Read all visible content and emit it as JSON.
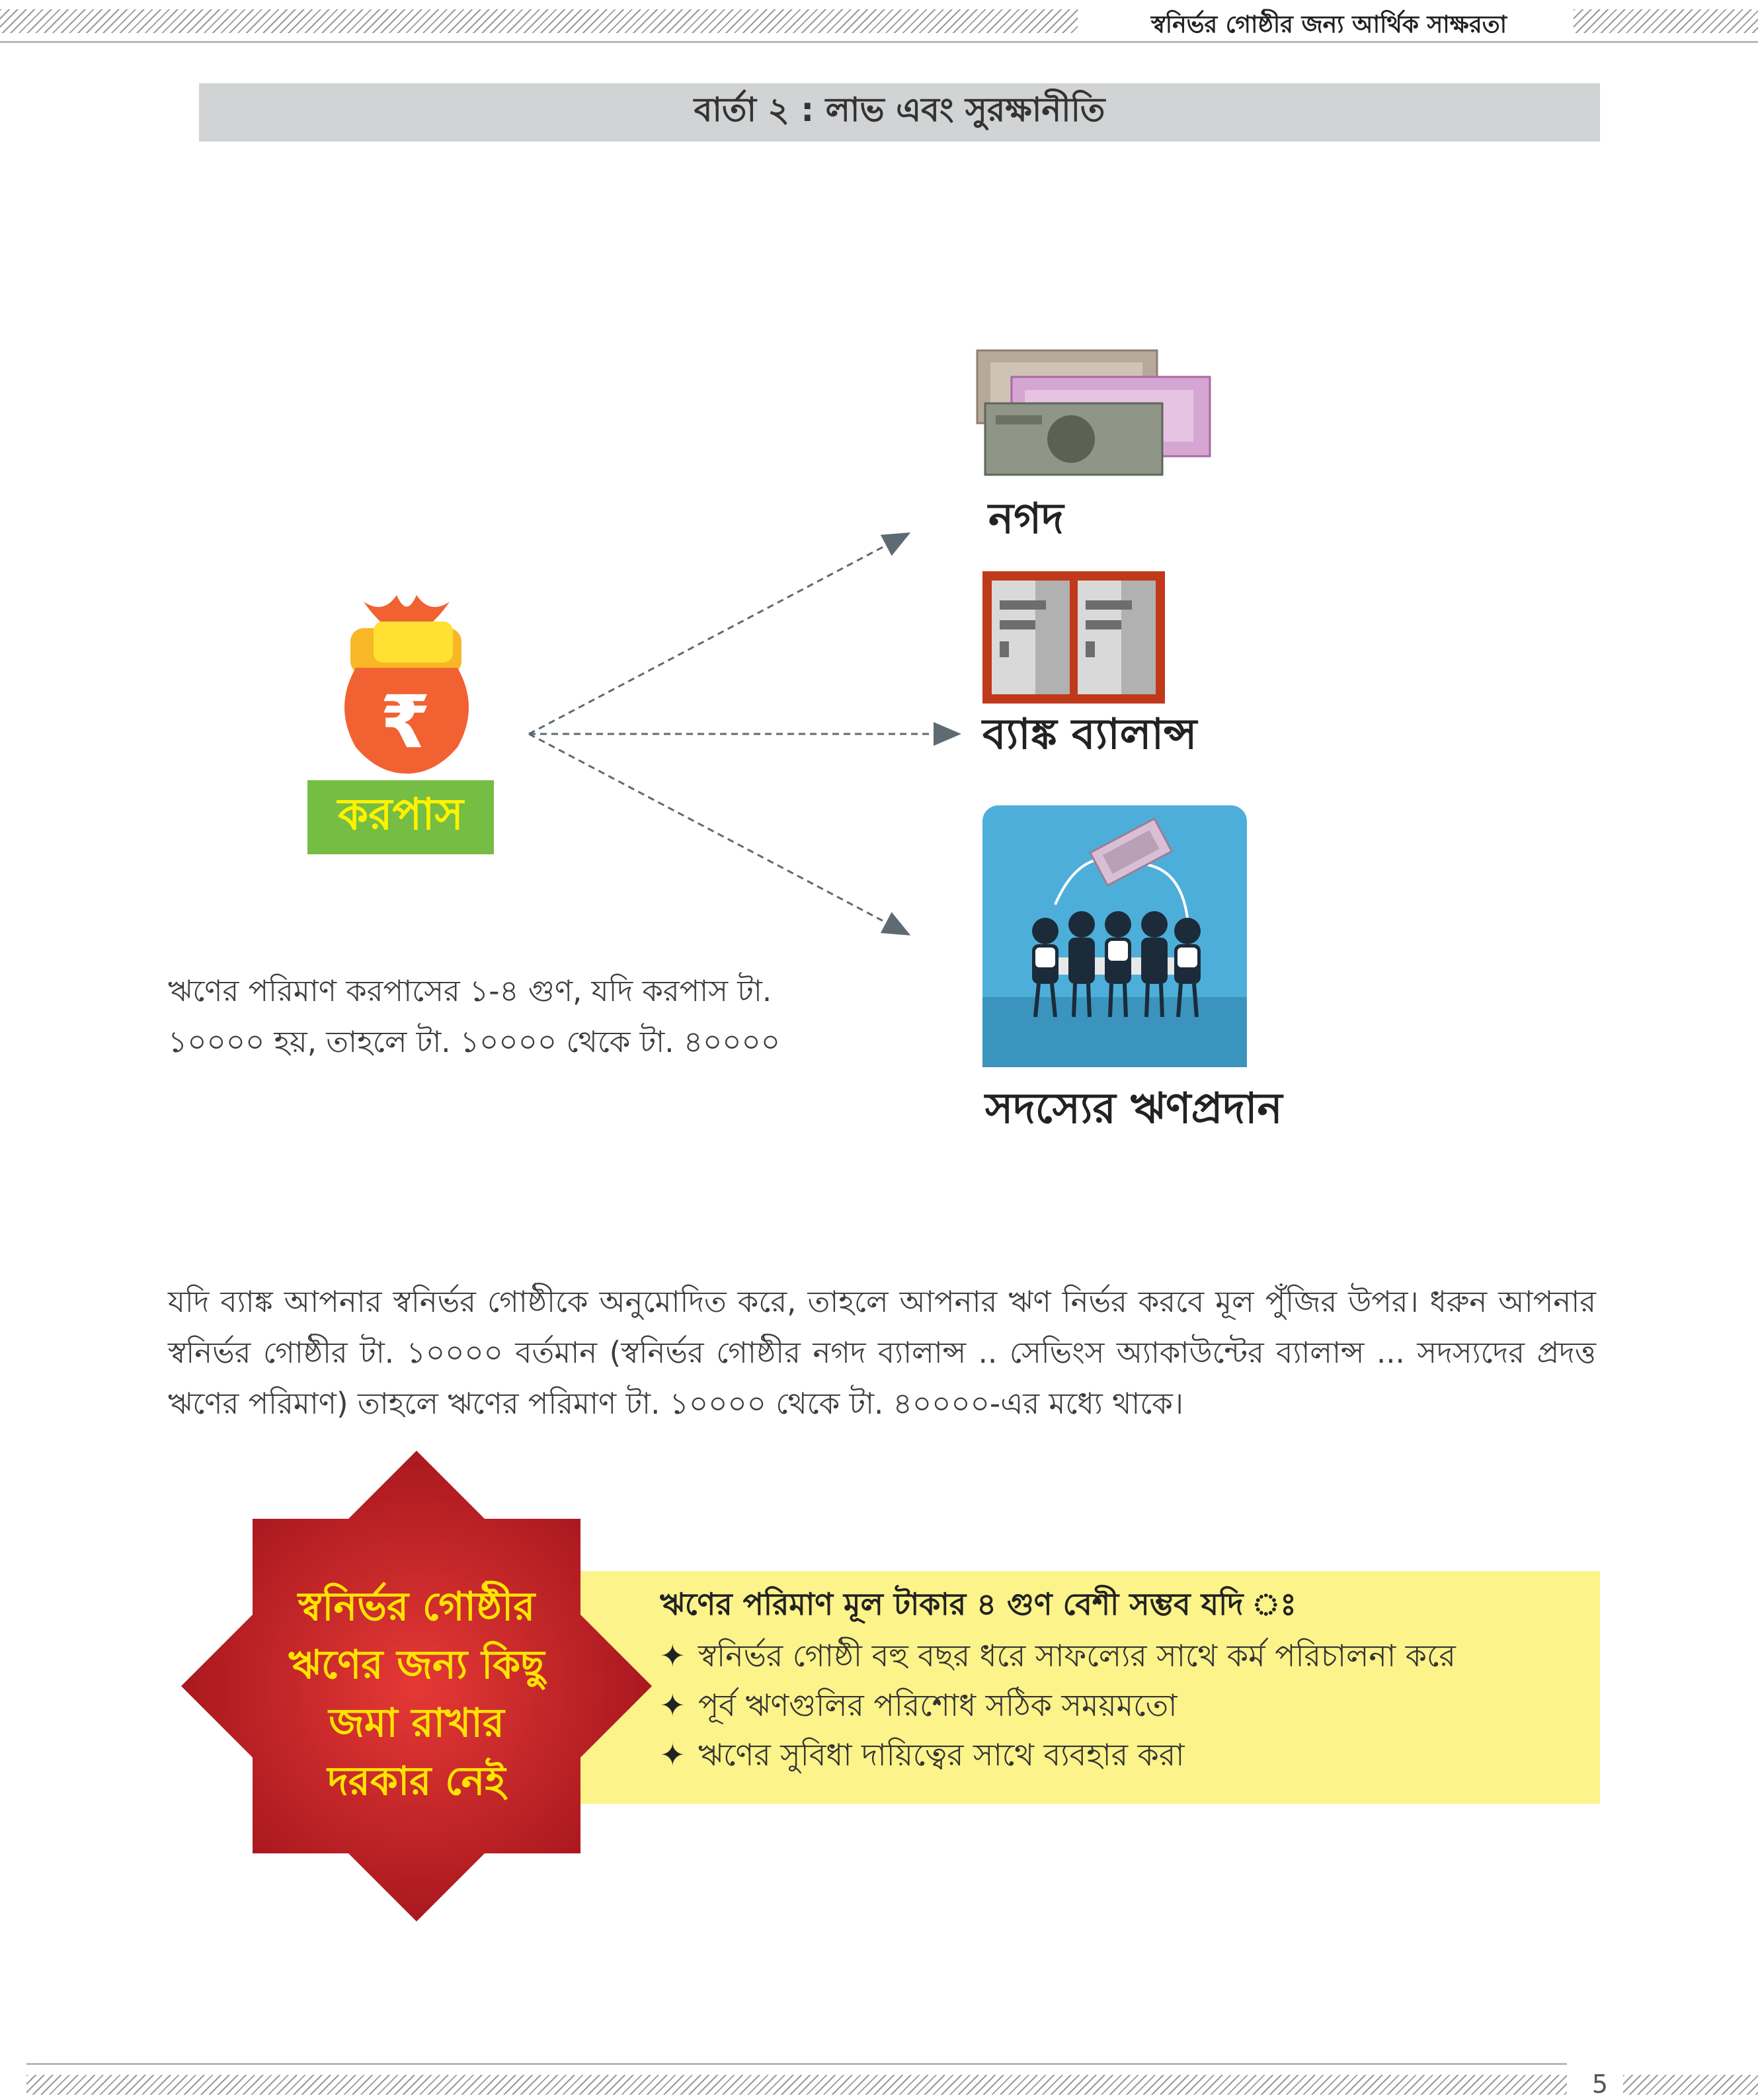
{
  "header": {
    "title": "স্বনির্ভর গোষ্ঠীর জন্য আর্থিক সাক্ষরতা"
  },
  "banner": {
    "title": "বার্তা ২ : লাভ এবং সুরক্ষানীতি"
  },
  "diagram": {
    "source_label": "করপাস",
    "targets": [
      {
        "label": "নগদ",
        "icon": "cash-notes-icon"
      },
      {
        "label": "ব্যাঙ্ক ব্যালান্স",
        "icon": "bank-passbook-icon"
      },
      {
        "label": "সদস্যের ঋণপ্রদান",
        "icon": "member-lending-icon"
      }
    ],
    "colors": {
      "bag": "#f26132",
      "corpus_box": "#76bd43",
      "corpus_text": "#fff200",
      "lending_bg": "#4dafd9"
    }
  },
  "loan_note": {
    "lines": [
      "ঋণের পরিমাণ করপাসের ১-৪ গুণ, যদি করপাস টা.",
      "১০০০০ হয়, তাহলে টা. ১০০০০ থেকে টা. ৪০০০০"
    ]
  },
  "main_text": "যদি ব্যাঙ্ক আপনার স্বনির্ভর গোষ্ঠীকে অনুমোদিত করে, তাহলে আপনার ঋণ নির্ভর করবে মূল পুঁজির উপর। ধরুন আপনার স্বনির্ভর গোষ্ঠীর টা. ১০০০০ বর্তমান (স্বনির্ভর গোষ্ঠীর নগদ ব্যালান্স .. সেভিংস অ্যাকাউন্টের ব্যালান্স ... সদস্যদের প্রদত্ত ঋণের পরিমাণ) তাহলে ঋণের পরিমাণ টা. ১০০০০ থেকে টা. ৪০০০০-এর মধ্যে থাকে।",
  "star_callout": {
    "lines": [
      "স্বনির্ভর গোষ্ঠীর",
      "ঋণের জন্য কিছু",
      "জমা রাখার",
      "দরকার নেই"
    ],
    "colors": {
      "fill": "#c8202a",
      "text": "#ffe400"
    }
  },
  "conditions": {
    "title": "ঋণের পরিমাণ মূল টাকার ৪ গুণ বেশী সম্ভব যদি ঃ",
    "bullet": "✦",
    "items": [
      "স্বনির্ভর গোষ্ঠী বহু বছর ধরে সাফল্যের সাথে কর্ম পরিচালনা করে",
      "পূর্ব ঋণগুলির পরিশোধ সঠিক সময়মতো",
      "ঋণের সুবিধা দায়িত্বের সাথে ব্যবহার করা"
    ],
    "colors": {
      "box": "#fcf38a"
    }
  },
  "footer": {
    "page_number": "5"
  }
}
